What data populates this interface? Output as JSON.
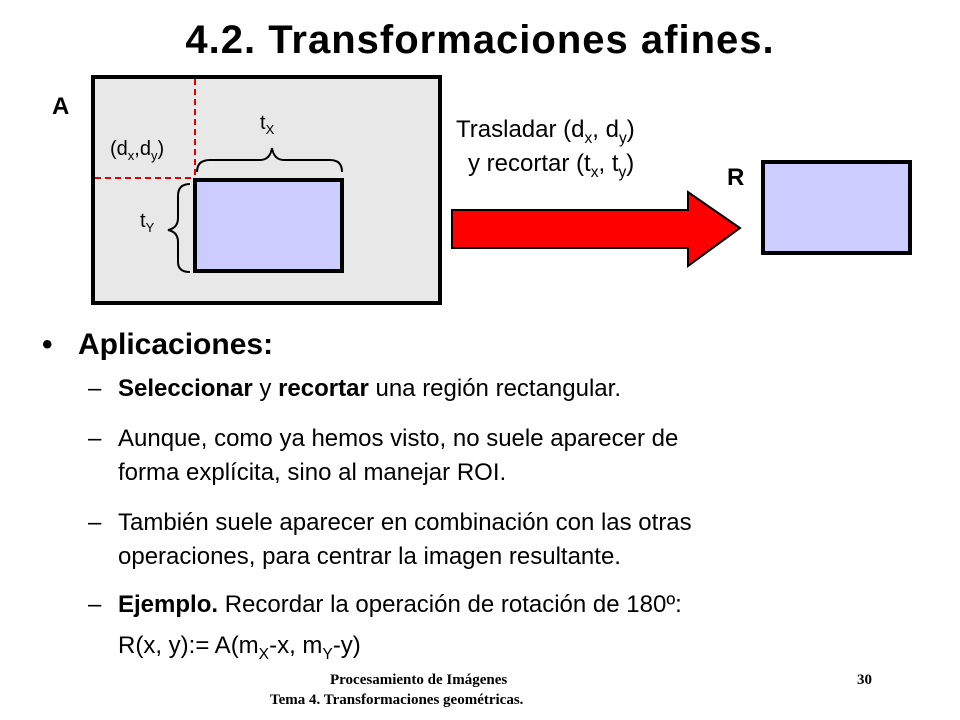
{
  "title": "4.2. Transformaciones afines.",
  "diagram": {
    "label_a": "A",
    "label_r": "R",
    "offset_label": "(dx,dy)",
    "tx_label": "tX",
    "ty_label": "tY",
    "arrow_line1": "Trasladar (dx, dy)",
    "arrow_line2": "y recortar (tx, ty)",
    "colors": {
      "frame_fill": "#e8e8e8",
      "region_fill": "#ccccff",
      "arrow_fill": "#ff0000",
      "dashed": "#e00000"
    }
  },
  "bullet": {
    "heading": "Aplicaciones:",
    "items": [
      {
        "bold": "Seleccionar",
        "mid": " y ",
        "bold2": "recortar",
        "rest": " una región rectangular."
      },
      {
        "text1": "Aunque, como ya hemos visto, no suele aparecer de",
        "text2": "forma explícita, sino al manejar ROI."
      },
      {
        "text1": "También suele aparecer en combinación con las otras",
        "text2": "operaciones, para centrar la imagen resultante."
      },
      {
        "bold": "Ejemplo.",
        "rest": " Recordar la operación de rotación de 180º:"
      }
    ],
    "formula": "R(x, y):= A(mX-x, mY-y)"
  },
  "footer": {
    "line1": "Procesamiento de Imágenes",
    "line2": "Tema 4. Transformaciones geométricas.",
    "page_number": "30"
  }
}
